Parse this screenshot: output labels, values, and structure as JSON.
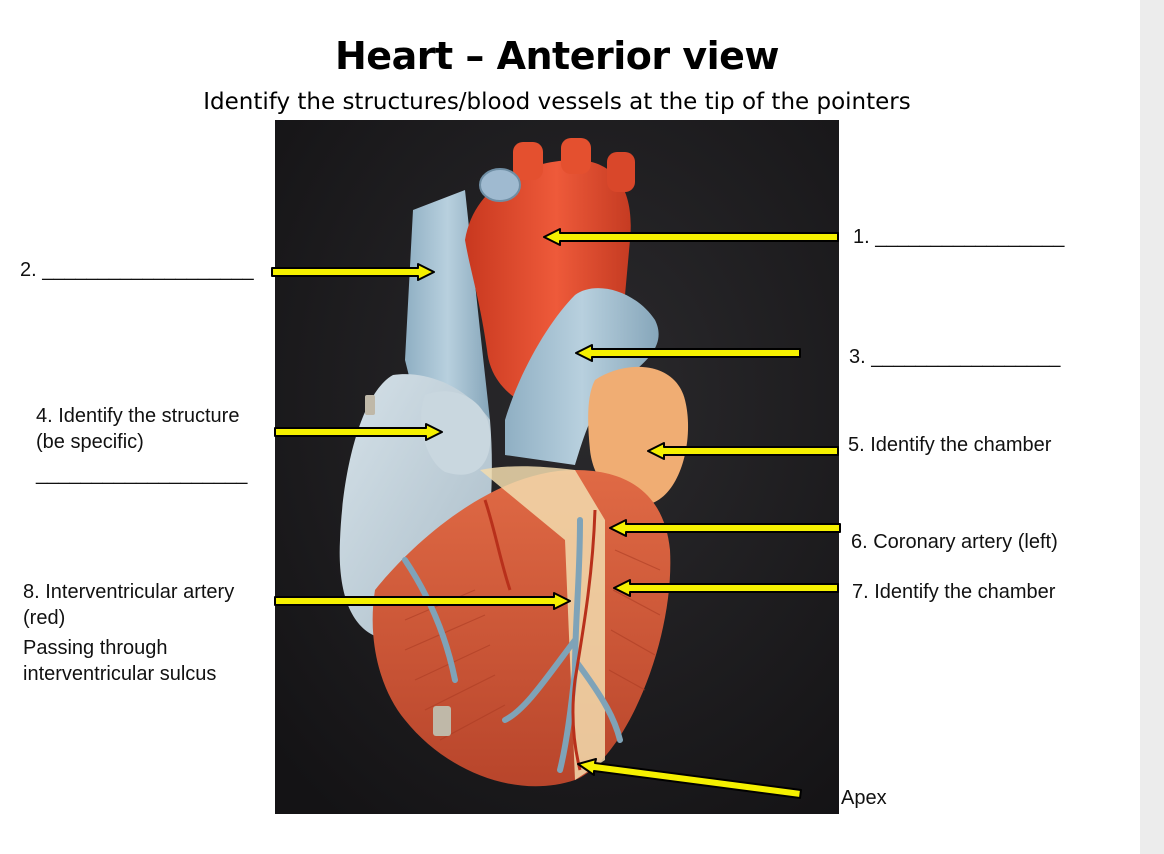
{
  "title": "Heart – Anterior view",
  "subtitle": "Identify the structures/blood vessels  at the tip of the pointers",
  "labels": {
    "l1": "1. _________________",
    "l2": "2. ___________________",
    "l3": "3. _________________",
    "l4_line1": "4. Identify the structure",
    "l4_line2": "(be specific)",
    "l4_line3": "___________________",
    "l5": "5. Identify the chamber",
    "l6": "6. Coronary artery (left)",
    "l7": "7. Identify the chamber",
    "l8_line1": "8. Interventricular artery",
    "l8_line2": "(red)",
    "l8_line3": "Passing through",
    "l8_line4": "interventricular sulcus",
    "apex": "Apex"
  },
  "colors": {
    "arrow_fill": "#f5f000",
    "arrow_stroke": "#000000",
    "background_photo": "#1c1b1d",
    "aorta": "#e0462a",
    "vein_blue": "#a9c3d3",
    "atrium_right": "#c6d4dc",
    "atrium_left": "#f0ad73",
    "ventricle": "#d65a3a",
    "fat": "#f2e2b8"
  },
  "pointers": [
    {
      "name": "arrow-1",
      "label": "1."
    },
    {
      "name": "arrow-2",
      "label": "2."
    },
    {
      "name": "arrow-3",
      "label": "3."
    },
    {
      "name": "arrow-4",
      "label": "4."
    },
    {
      "name": "arrow-5",
      "label": "5."
    },
    {
      "name": "arrow-6",
      "label": "6."
    },
    {
      "name": "arrow-7",
      "label": "7."
    },
    {
      "name": "arrow-8",
      "label": "8."
    },
    {
      "name": "arrow-apex",
      "label": "Apex"
    }
  ]
}
